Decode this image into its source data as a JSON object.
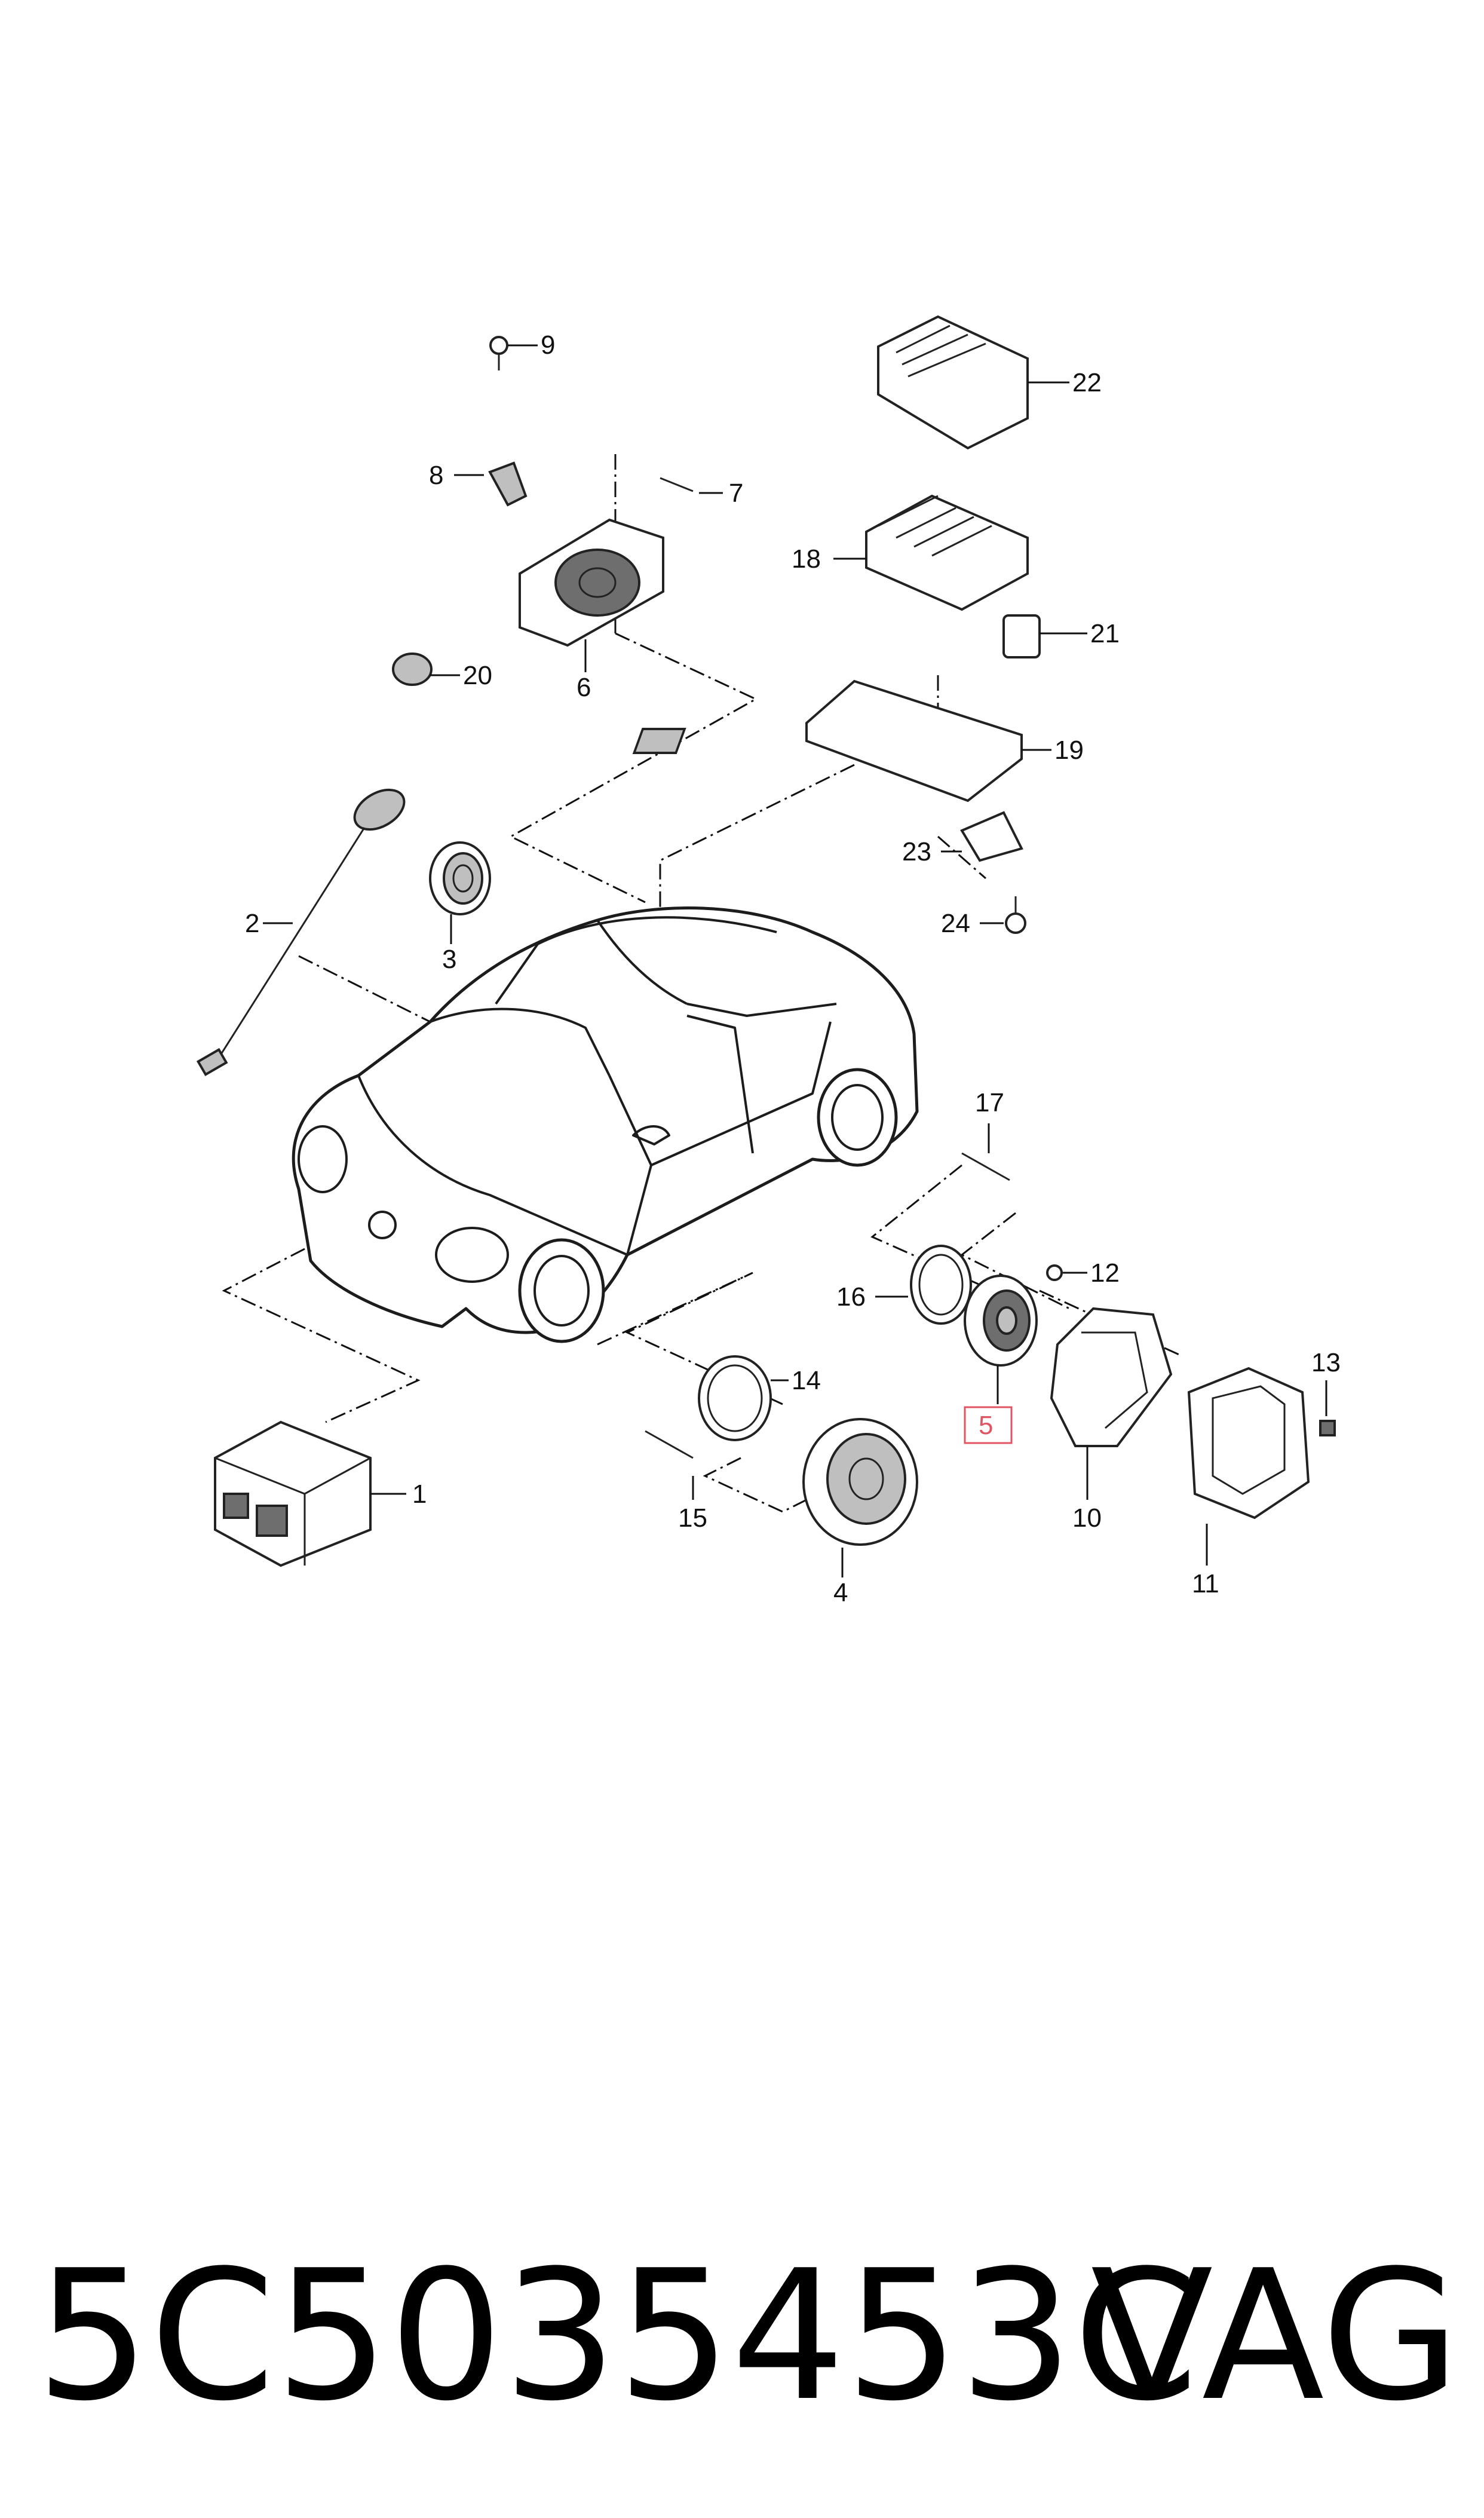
{
  "diagram": {
    "callouts": [
      "1",
      "2",
      "3",
      "4",
      "5",
      "6",
      "7",
      "8",
      "9",
      "10",
      "11",
      "12",
      "13",
      "14",
      "15",
      "16",
      "17",
      "18",
      "19",
      "20",
      "21",
      "22",
      "23",
      "24"
    ],
    "highlighted_callout": "5",
    "highlight_color": "#e05561"
  },
  "footer": {
    "part_number": "5C5035453C",
    "brand": "VAG"
  }
}
